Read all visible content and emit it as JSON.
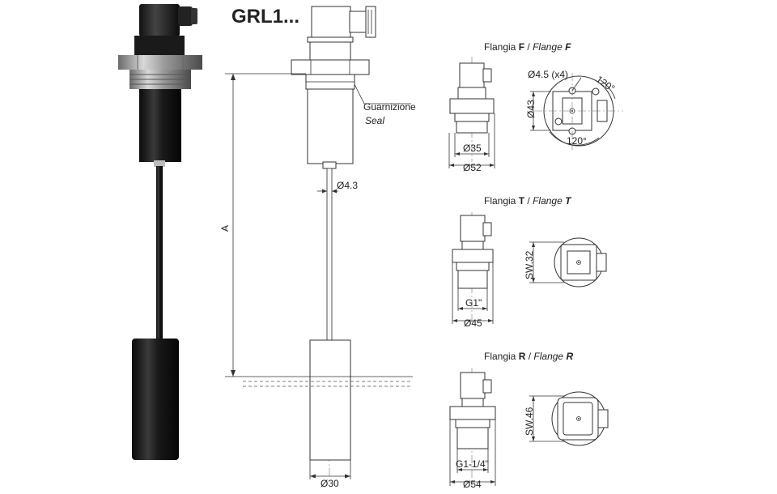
{
  "model": {
    "title": "GRL1..."
  },
  "main_view": {
    "seal_label_it": "Guarnizione",
    "seal_label_en": "Seal",
    "dim_A": "A",
    "dim_rod": "Ø4.3",
    "dim_float": "Ø30"
  },
  "flange_f": {
    "label_it": "Flangia",
    "letter": "F",
    "sep": "/",
    "label_en": "Flange",
    "holes": "Ø4.5 (x4)",
    "angle_top": "120°",
    "angle_bottom": "120°",
    "height": "Ø43",
    "inner": "Ø35",
    "outer": "Ø52"
  },
  "flange_t": {
    "label_it": "Flangia",
    "letter": "T",
    "sep": "/",
    "label_en": "Flange",
    "wrench": "SW.32",
    "thread": "G1\"",
    "outer": "Ø45"
  },
  "flange_r": {
    "label_it": "Flangia",
    "letter": "R",
    "sep": "/",
    "label_en": "Flange",
    "wrench": "SW.46",
    "thread": "G1-1/4\"",
    "outer": "Ø54"
  }
}
